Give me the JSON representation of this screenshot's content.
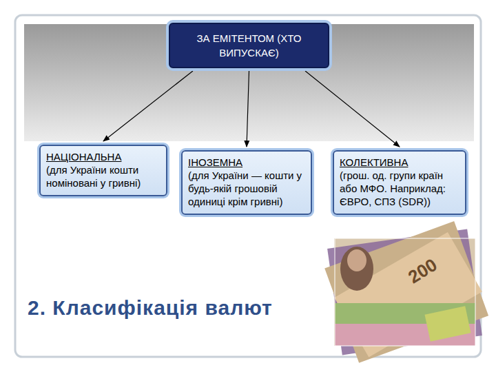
{
  "diagram": {
    "title": "2. Класифікація валют",
    "nodes": [
      {
        "text": [
          "ЗА ЕМІТЕНТОМ (ХТО ВИПУСКАЄ)"
        ]
      },
      {
        "text": [
          "НАЦІОНАЛЬНА",
          "(для України кошти номіновані у гривні)"
        ]
      },
      {
        "text": [
          "ІНОЗЕМНА",
          "(для України — кошти у будь-якій грошовій одиниці крім гривні)"
        ]
      },
      {
        "text": [
          "КОЛЕКТИВНА",
          "(грош. од. групи країн або МФО. Наприклад: ЄВРО, СПЗ (SDR))"
        ]
      }
    ],
    "edges": [
      {
        "from": 0,
        "to": 1,
        "arrow": "to"
      },
      {
        "from": 0,
        "to": 2,
        "arrow": "to"
      },
      {
        "from": 0,
        "to": 3,
        "arrow": "to"
      }
    ],
    "labels": [
      "200"
    ]
  }
}
